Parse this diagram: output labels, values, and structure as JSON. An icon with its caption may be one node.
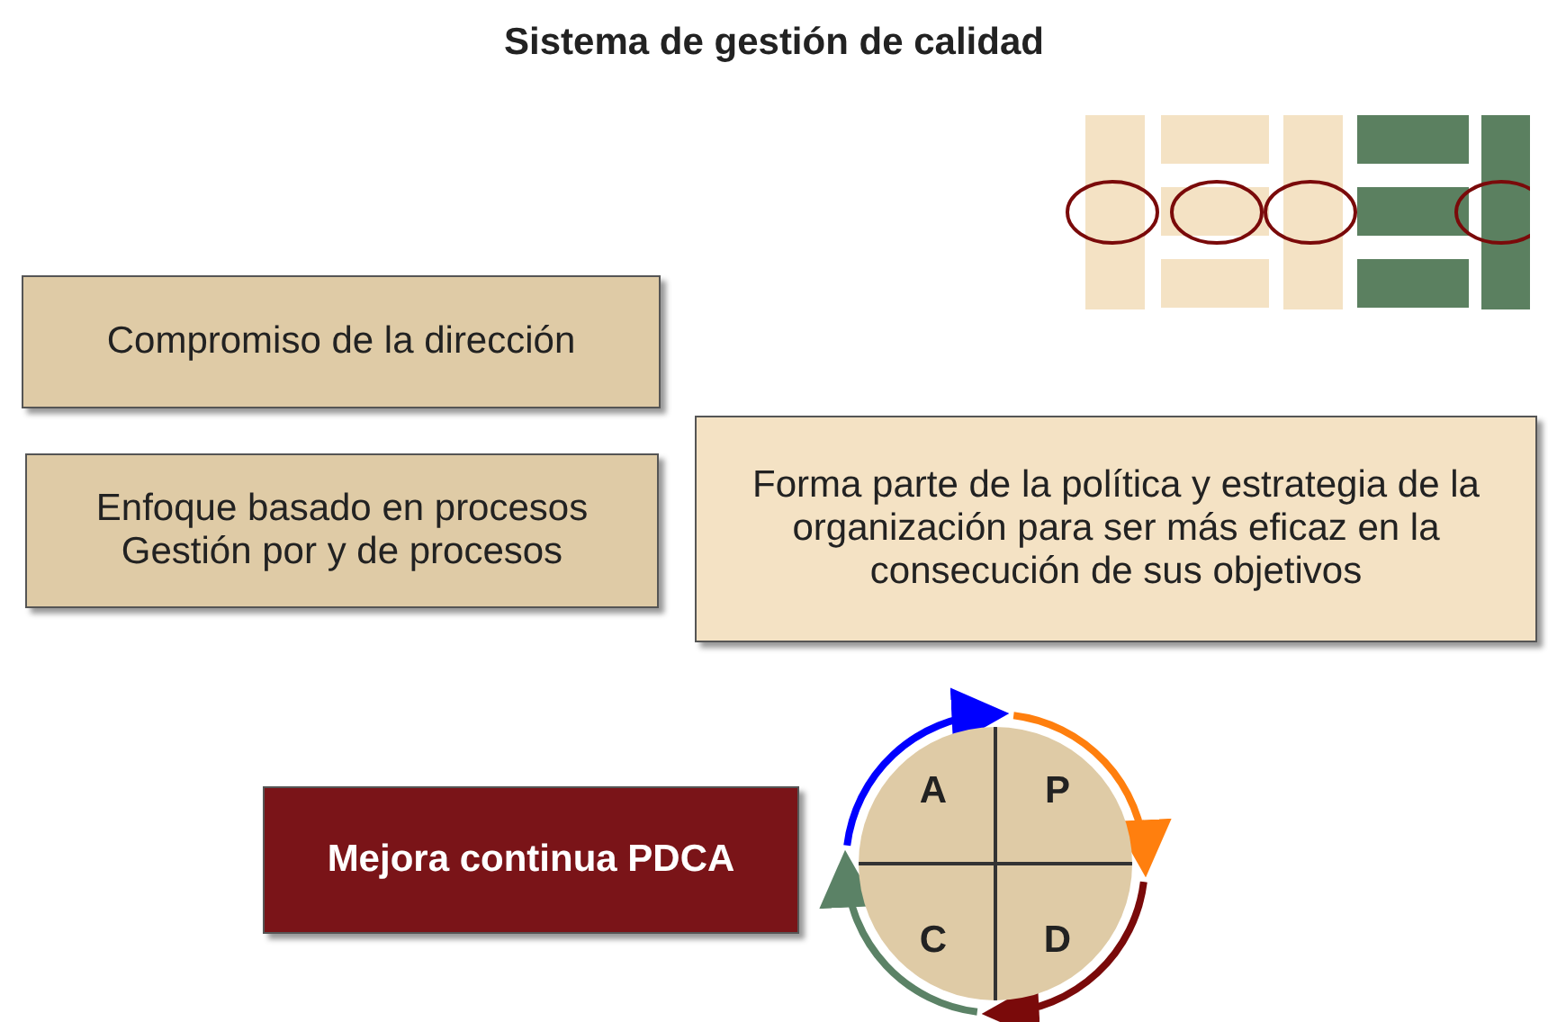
{
  "diagram": {
    "title": "Sistema de gestión de calidad",
    "nodes": [
      {
        "text": [
          "Compromiso de la dirección"
        ]
      },
      {
        "text": [
          "Enfoque basado en procesos",
          "Gestión por y de procesos"
        ]
      },
      {
        "text": [
          "Forma parte de la política y estrategia de la organización para ser más eficaz en la consecución de sus objetivos"
        ]
      },
      {
        "text": [
          "Mejora continua PDCA"
        ]
      },
      {
        "text": [
          "A"
        ]
      },
      {
        "text": [
          "P"
        ]
      },
      {
        "text": [
          "C"
        ]
      },
      {
        "text": [
          "D"
        ]
      }
    ],
    "edges": [
      {
        "from": 4,
        "to": 5,
        "arrow": "to",
        "color": "#0000ff"
      },
      {
        "from": 5,
        "to": 7,
        "arrow": "to",
        "color": "#ff7f0e"
      },
      {
        "from": 7,
        "to": 6,
        "arrow": "to",
        "color": "#7a0a0a"
      },
      {
        "from": 6,
        "to": 4,
        "arrow": "to",
        "color": "#5b8266"
      }
    ]
  }
}
